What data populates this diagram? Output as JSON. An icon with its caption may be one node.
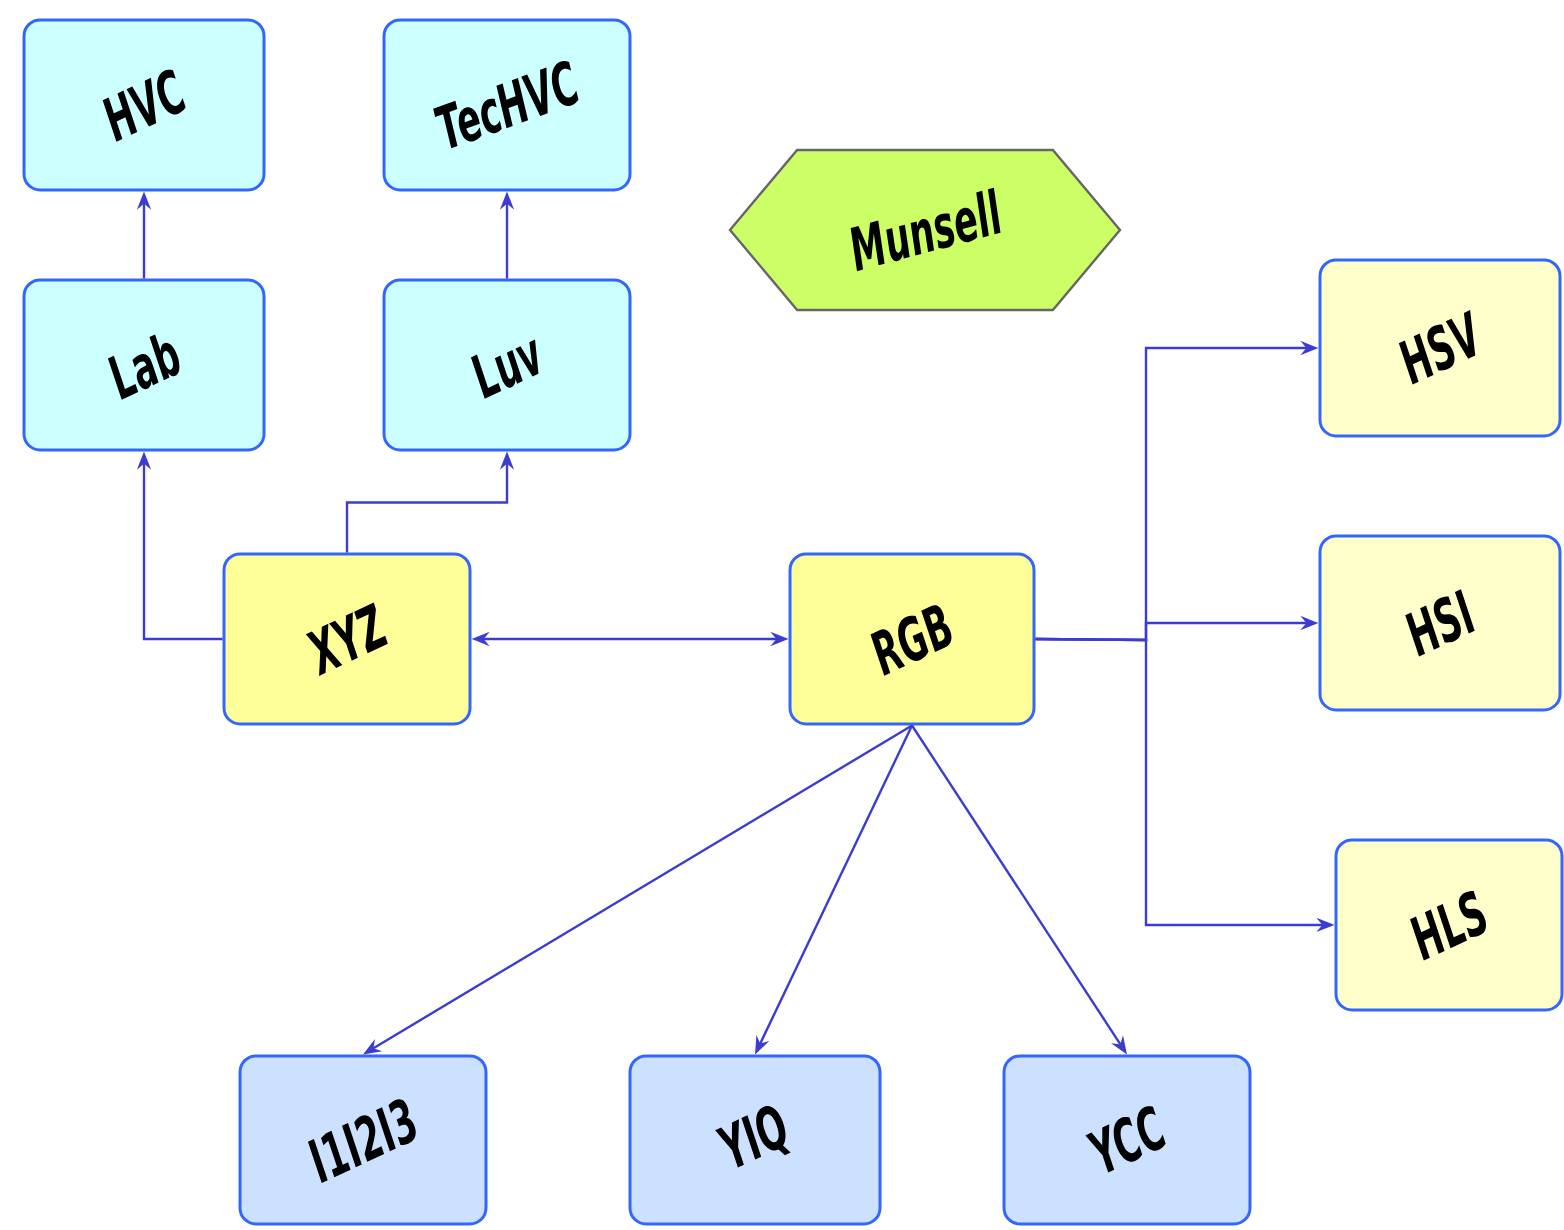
{
  "diagram": {
    "nodes": [
      {
        "text": [
          "HVC"
        ]
      },
      {
        "text": [
          "TecHVC"
        ]
      },
      {
        "text": [
          "Munsell"
        ]
      },
      {
        "text": [
          "Lab"
        ]
      },
      {
        "text": [
          "Luv"
        ]
      },
      {
        "text": [
          "HSV"
        ]
      },
      {
        "text": [
          "XYZ"
        ]
      },
      {
        "text": [
          "RGB"
        ]
      },
      {
        "text": [
          "HSI"
        ]
      },
      {
        "text": [
          "HLS"
        ]
      },
      {
        "text": [
          "I1I2I3"
        ]
      },
      {
        "text": [
          "YIQ"
        ]
      },
      {
        "text": [
          "YCC"
        ]
      }
    ],
    "edges": [
      {
        "from": 3,
        "to": 0,
        "arrow": "to"
      },
      {
        "from": 4,
        "to": 1,
        "arrow": "to"
      },
      {
        "from": 6,
        "to": 3,
        "arrow": "to"
      },
      {
        "from": 6,
        "to": 4,
        "arrow": "to"
      },
      {
        "from": 6,
        "to": 7,
        "arrow": "both"
      },
      {
        "from": 7,
        "to": 5,
        "arrow": "to"
      },
      {
        "from": 7,
        "to": 8,
        "arrow": "to"
      },
      {
        "from": 7,
        "to": 9,
        "arrow": "to"
      },
      {
        "from": 7,
        "to": 10,
        "arrow": "to"
      },
      {
        "from": 7,
        "to": 11,
        "arrow": "to"
      },
      {
        "from": 7,
        "to": 12,
        "arrow": "to"
      }
    ]
  }
}
